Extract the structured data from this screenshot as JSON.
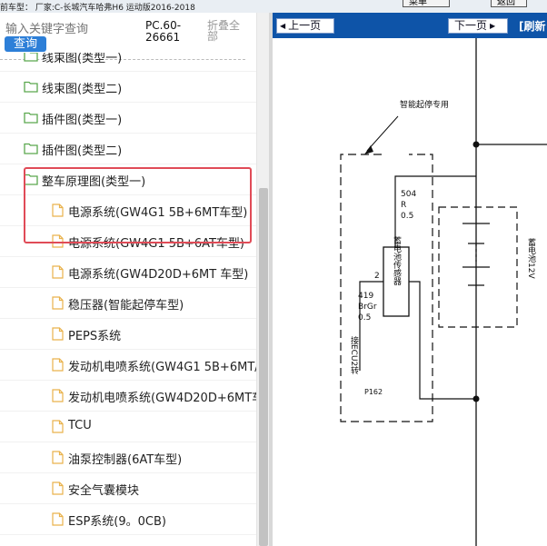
{
  "top_bar": {
    "vehicle_text": "前车型： 厂家:C-长城汽车哈弗H6 运动版2016-2018",
    "button_1": "菜单",
    "button_2": "返回"
  },
  "search": {
    "placeholder": "输入关键字查询",
    "button": "查询",
    "code": "PC.60-26661",
    "collapse_all": "折叠全部"
  },
  "tree": {
    "items": [
      {
        "type": "folder",
        "label": "线束图(类型一)"
      },
      {
        "type": "folder",
        "label": "线束图(类型二)"
      },
      {
        "type": "folder",
        "label": "插件图(类型一)"
      },
      {
        "type": "folder",
        "label": "插件图(类型二)"
      },
      {
        "type": "folder",
        "label": "整车原理图(类型一)"
      },
      {
        "type": "file",
        "label": "电源系统(GW4G1 5B+6MT车型)"
      },
      {
        "type": "file",
        "label": "电源系统(GW4G1 5B+6AT车型)"
      },
      {
        "type": "file",
        "label": "电源系统(GW4D20D+6MT 车型)"
      },
      {
        "type": "file",
        "label": "稳压器(智能起停车型)"
      },
      {
        "type": "file",
        "label": "PEPS系统"
      },
      {
        "type": "file",
        "label": "发动机电喷系统(GW4G1 5B+6MT/"
      },
      {
        "type": "file",
        "label": "发动机电喷系统(GW4D20D+6MT车"
      },
      {
        "type": "file",
        "label": "TCU"
      },
      {
        "type": "file",
        "label": "油泵控制器(6AT车型)"
      },
      {
        "type": "file",
        "label": "安全气囊模块"
      },
      {
        "type": "file",
        "label": "ESP系统(9。0CB)"
      }
    ]
  },
  "viewer": {
    "prev": "上一页",
    "next": "下一页",
    "refresh": "[刷新"
  },
  "diagram": {
    "annotation": "智能起停专用",
    "wire_top_code": "504",
    "wire_top_color": "R",
    "wire_top_gauge": "0.5",
    "pin_number": "2",
    "wire_left_code": "419",
    "wire_left_color": "BrGr",
    "wire_left_gauge": "0.5",
    "sensor_label": "蓄电池传感器",
    "battery_label": "蓄电池12V",
    "ecu_label": "接ECU2转",
    "ecu_page": "P162"
  },
  "colors": {
    "nav_bar": "#0e54a8",
    "search_button": "#2d7fd8",
    "highlight_border": "#e04b57",
    "folder_icon": "#5aa84e",
    "file_icon": "#e9b24c"
  }
}
